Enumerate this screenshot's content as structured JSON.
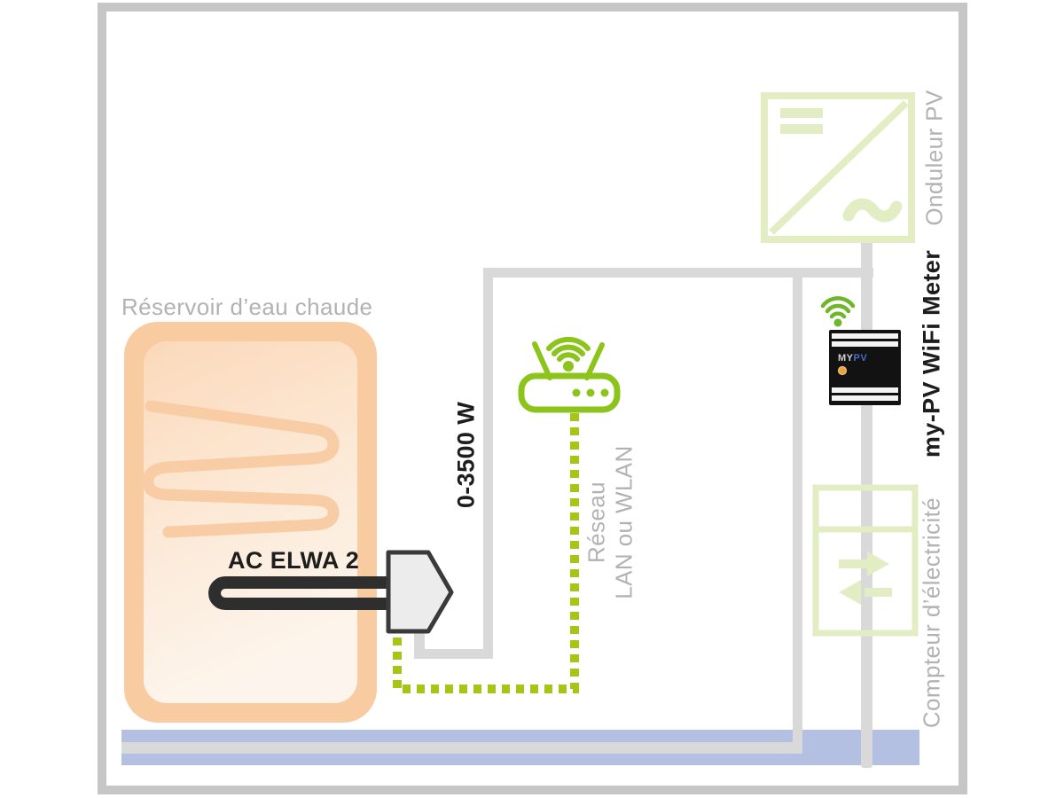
{
  "labels": {
    "tank": "Réservoir d’eau chaude",
    "heater": "AC ELWA 2",
    "power": "0-3500 W",
    "network_line1": "Réseau",
    "network_line2": "LAN ou WLAN",
    "inverter": "Onduleur PV",
    "wifi_meter": "my-PV WiFi Meter",
    "grid_meter": "Compteur d’électricité"
  },
  "device_logo": {
    "part1": "MY",
    "part2": "PV"
  },
  "colors": {
    "frame": "#c6c6c6",
    "cable": "#d9d9d9",
    "grid_blue": "#b4c0e2",
    "pale_green": "#e3edc4",
    "lime": "#8cc41c",
    "dot_green": "#a5c615",
    "wifi_green": "#6fb62b",
    "tank_outer": "#f9cba1",
    "tank_inner_top": "#fbd9ba",
    "tank_inner_mid": "#fcead8",
    "tank_inner_bottom": "#fdf5ed",
    "coil": "#f8cda6",
    "text_gray": "#b2b2b2",
    "text_black": "#1d1d1d",
    "element_dark": "#2e2e2e",
    "head_fill": "#ececec",
    "head_stroke": "#3a3a3a",
    "device_black": "#121212",
    "device_stripe": "#f4f4f4",
    "logo_gray": "#d0d0d0",
    "logo_blue": "#4a6cd0",
    "led_orange": "#e6a33e"
  }
}
